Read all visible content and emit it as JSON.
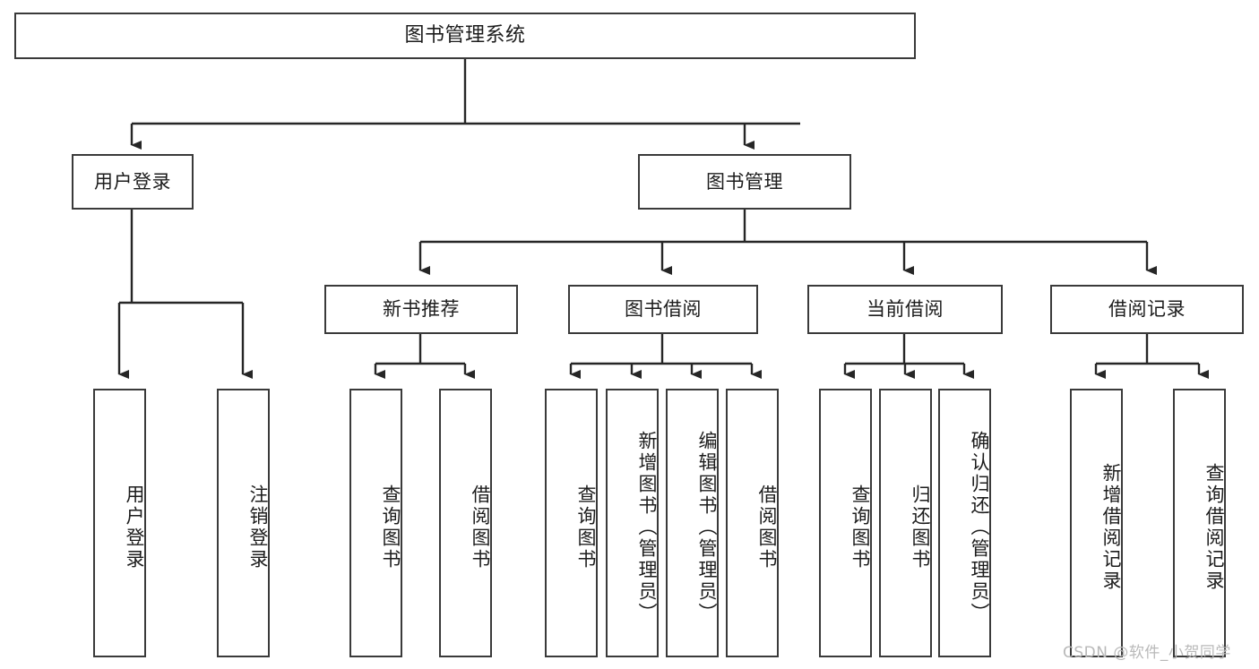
{
  "diagram": {
    "type": "tree-hierarchy-chart",
    "title": "图书管理系统",
    "colors": {
      "box_border": "#3a3a3a",
      "box_fill": "#ffffff",
      "connector": "#262626",
      "text": "#1c1c1c",
      "watermark": "#b9b9b9",
      "background": "#ffffff"
    },
    "root": {
      "label": "图书管理系统"
    },
    "level1": [
      {
        "label": "用户登录"
      },
      {
        "label": "图书管理"
      }
    ],
    "level2": [
      {
        "label": "新书推荐"
      },
      {
        "label": "图书借阅"
      },
      {
        "label": "当前借阅"
      },
      {
        "label": "借阅记录"
      }
    ],
    "leaves": {
      "user_login": [
        {
          "label": "用户登录"
        },
        {
          "label": "注销登录"
        }
      ],
      "new_book_recommend": [
        {
          "label": "查询图书"
        },
        {
          "label": "借阅图书"
        }
      ],
      "book_borrow": [
        {
          "label": "查询图书"
        },
        {
          "label": "新增图书（管理员）"
        },
        {
          "label": "编辑图书（管理员）"
        },
        {
          "label": "借阅图书"
        }
      ],
      "current_borrow": [
        {
          "label": "查询图书"
        },
        {
          "label": "归还图书"
        },
        {
          "label": "确认归还（管理员）"
        }
      ],
      "borrow_record": [
        {
          "label": "新增借阅记录"
        },
        {
          "label": "查询借阅记录"
        }
      ]
    }
  },
  "watermark": {
    "text": "CSDN @软件_小贺同学"
  }
}
